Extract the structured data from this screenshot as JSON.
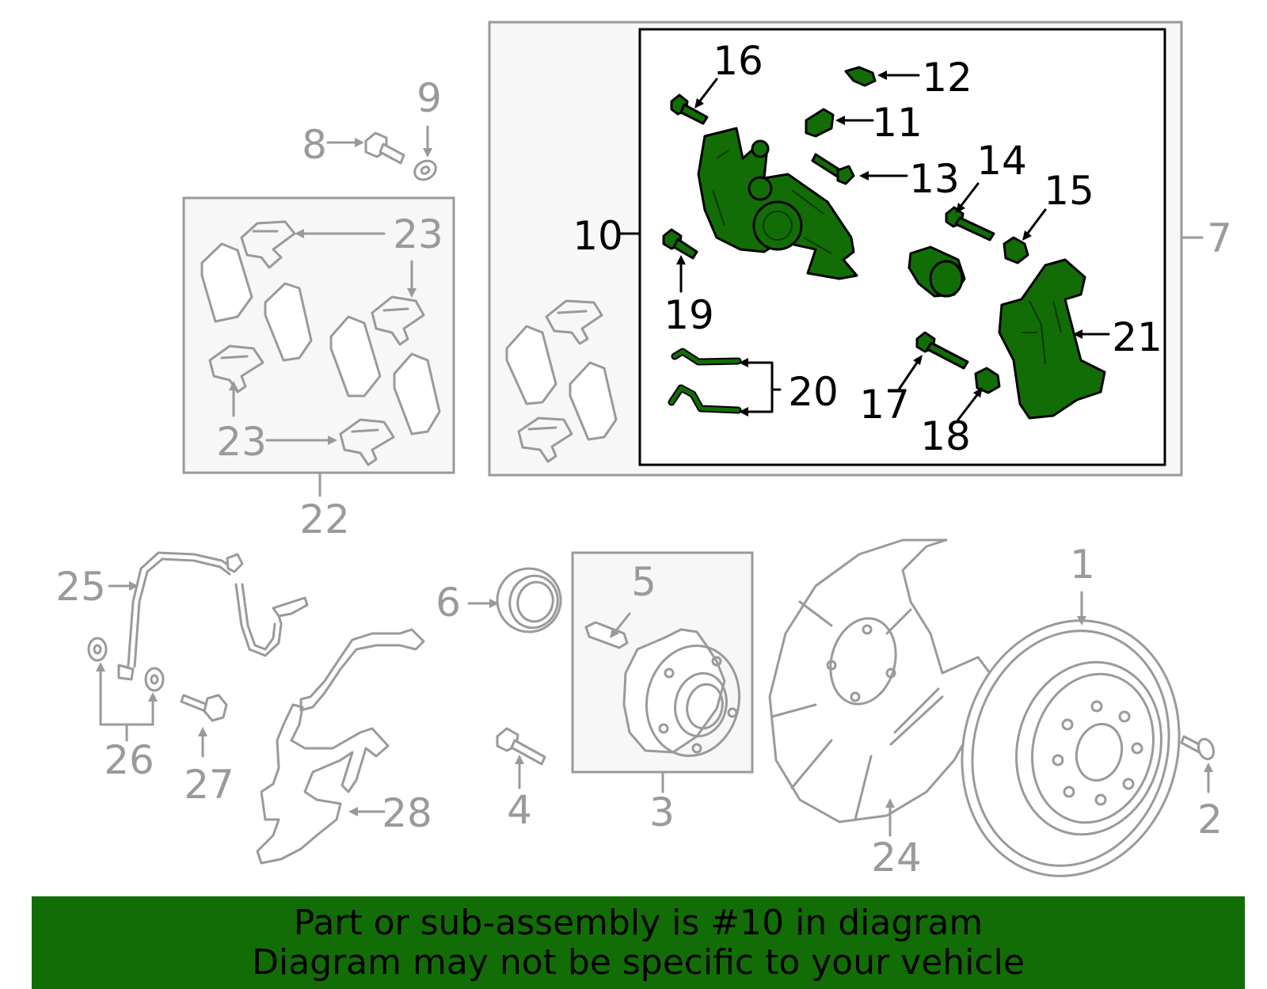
{
  "labels": {
    "l1": "1",
    "l2": "2",
    "l3": "3",
    "l4": "4",
    "l5": "5",
    "l6": "6",
    "l7": "7",
    "l8": "8",
    "l9": "9",
    "l10": "10",
    "l11": "11",
    "l12": "12",
    "l13": "13",
    "l14": "14",
    "l15": "15",
    "l16": "16",
    "l17": "17",
    "l18": "18",
    "l19": "19",
    "l20": "20",
    "l21": "21",
    "l22": "22",
    "l23a": "23",
    "l23b": "23",
    "l24": "24",
    "l25": "25",
    "l26": "26",
    "l27": "27",
    "l28": "28"
  },
  "banner": {
    "line1": "Part or sub-assembly is #10 in diagram",
    "line2": "Diagram may not be specific to your vehicle"
  },
  "colors": {
    "highlight": "#136d07",
    "outline_gray": "#9a9a9a",
    "outline_black": "#000000"
  }
}
